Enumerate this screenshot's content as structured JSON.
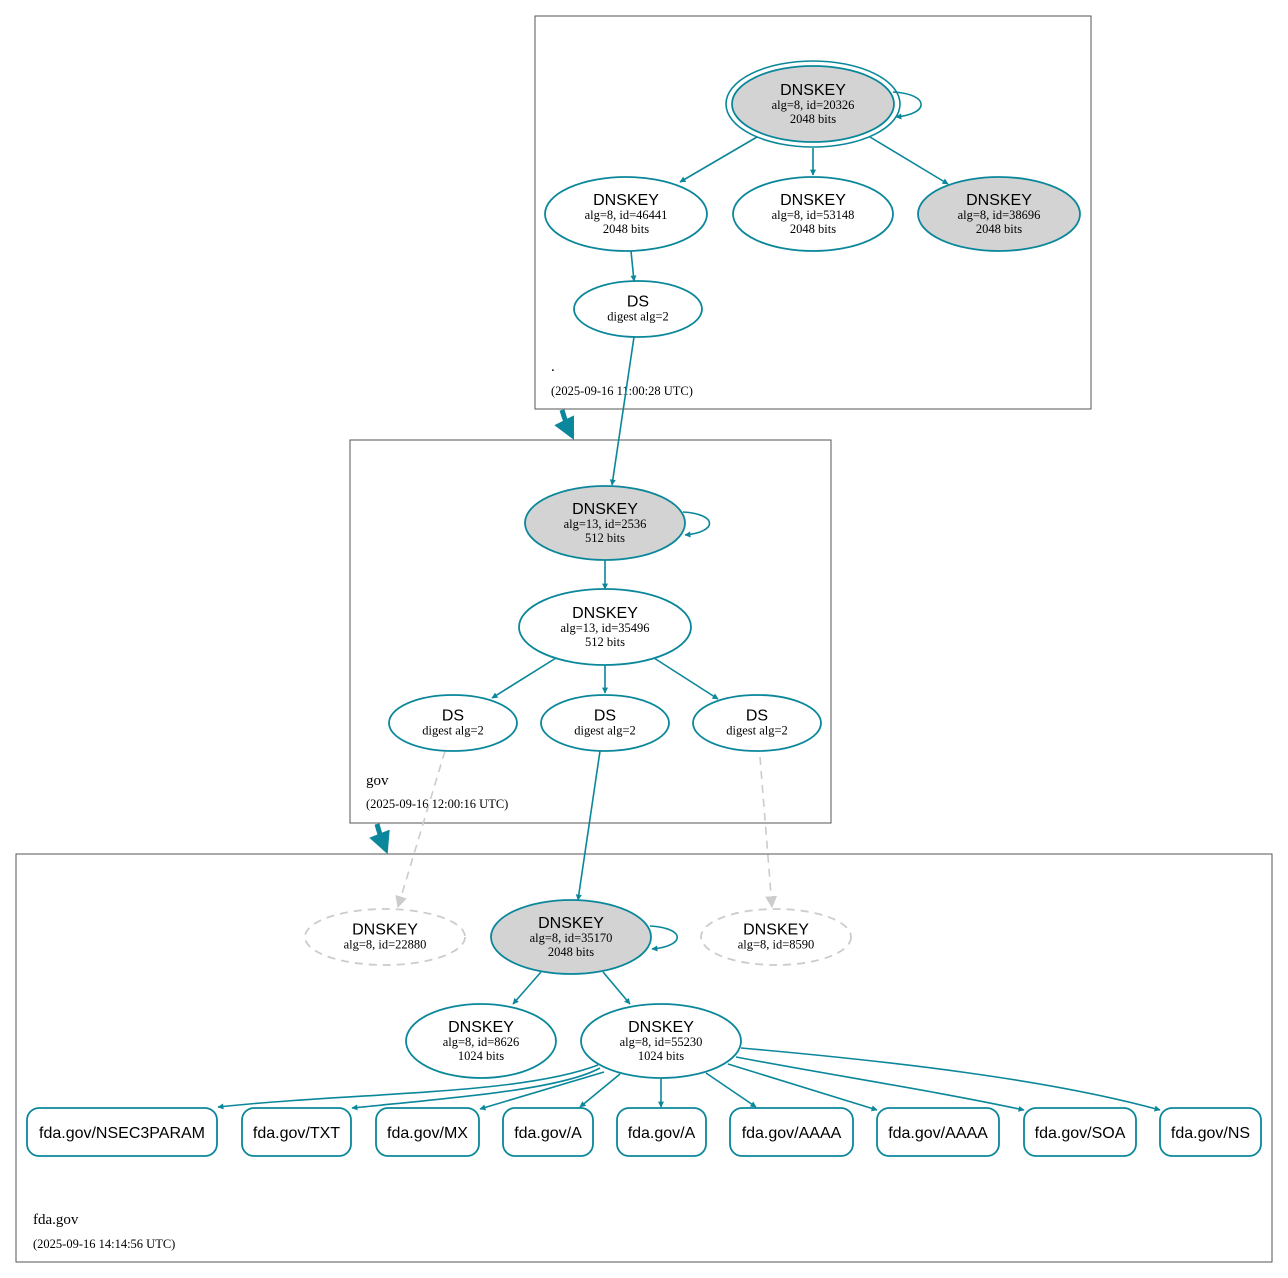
{
  "colors": {
    "edge": "#0a879a",
    "node_stroke": "#0a879a",
    "sep_fill": "#d3d3d3",
    "invalid": "#cccccc",
    "zone_border": "#555555"
  },
  "zones": [
    {
      "id": "root",
      "name": ".",
      "time": "(2025-09-16 11:00:28 UTC)"
    },
    {
      "id": "gov",
      "name": "gov",
      "time": "(2025-09-16 12:00:16 UTC)"
    },
    {
      "id": "fda",
      "name": "fda.gov",
      "time": "(2025-09-16 14:14:56 UTC)"
    }
  ],
  "nodes": [
    {
      "id": "root_ksk",
      "type": "DNSKEY",
      "lines": [
        "alg=8, id=20326",
        "2048 bits"
      ],
      "sep": true,
      "trust_anchor": true
    },
    {
      "id": "root_zsk1",
      "type": "DNSKEY",
      "lines": [
        "alg=8, id=46441",
        "2048 bits"
      ],
      "sep": false
    },
    {
      "id": "root_zsk2",
      "type": "DNSKEY",
      "lines": [
        "alg=8, id=53148",
        "2048 bits"
      ],
      "sep": false
    },
    {
      "id": "root_ksk2",
      "type": "DNSKEY",
      "lines": [
        "alg=8, id=38696",
        "2048 bits"
      ],
      "sep": true
    },
    {
      "id": "root_ds",
      "type": "DS",
      "lines": [
        "digest alg=2"
      ],
      "sep": false
    },
    {
      "id": "gov_ksk",
      "type": "DNSKEY",
      "lines": [
        "alg=13, id=2536",
        "512 bits"
      ],
      "sep": true
    },
    {
      "id": "gov_zsk",
      "type": "DNSKEY",
      "lines": [
        "alg=13, id=35496",
        "512 bits"
      ],
      "sep": false
    },
    {
      "id": "gov_ds1",
      "type": "DS",
      "lines": [
        "digest alg=2"
      ],
      "sep": false
    },
    {
      "id": "gov_ds2",
      "type": "DS",
      "lines": [
        "digest alg=2"
      ],
      "sep": false
    },
    {
      "id": "gov_ds3",
      "type": "DS",
      "lines": [
        "digest alg=2"
      ],
      "sep": false
    },
    {
      "id": "fda_missing1",
      "type": "DNSKEY",
      "lines": [
        "alg=8, id=22880"
      ],
      "missing": true
    },
    {
      "id": "fda_ksk",
      "type": "DNSKEY",
      "lines": [
        "alg=8, id=35170",
        "2048 bits"
      ],
      "sep": true
    },
    {
      "id": "fda_missing2",
      "type": "DNSKEY",
      "lines": [
        "alg=8, id=8590"
      ],
      "missing": true
    },
    {
      "id": "fda_zsk1",
      "type": "DNSKEY",
      "lines": [
        "alg=8, id=8626",
        "1024 bits"
      ],
      "sep": false
    },
    {
      "id": "fda_zsk2",
      "type": "DNSKEY",
      "lines": [
        "alg=8, id=55230",
        "1024 bits"
      ],
      "sep": false
    }
  ],
  "rrsets": [
    {
      "id": "rr_nsec3param",
      "label": "fda.gov/NSEC3PARAM"
    },
    {
      "id": "rr_txt",
      "label": "fda.gov/TXT"
    },
    {
      "id": "rr_mx",
      "label": "fda.gov/MX"
    },
    {
      "id": "rr_a1",
      "label": "fda.gov/A"
    },
    {
      "id": "rr_a2",
      "label": "fda.gov/A"
    },
    {
      "id": "rr_aaaa1",
      "label": "fda.gov/AAAA"
    },
    {
      "id": "rr_aaaa2",
      "label": "fda.gov/AAAA"
    },
    {
      "id": "rr_soa",
      "label": "fda.gov/SOA"
    },
    {
      "id": "rr_ns",
      "label": "fda.gov/NS"
    }
  ]
}
